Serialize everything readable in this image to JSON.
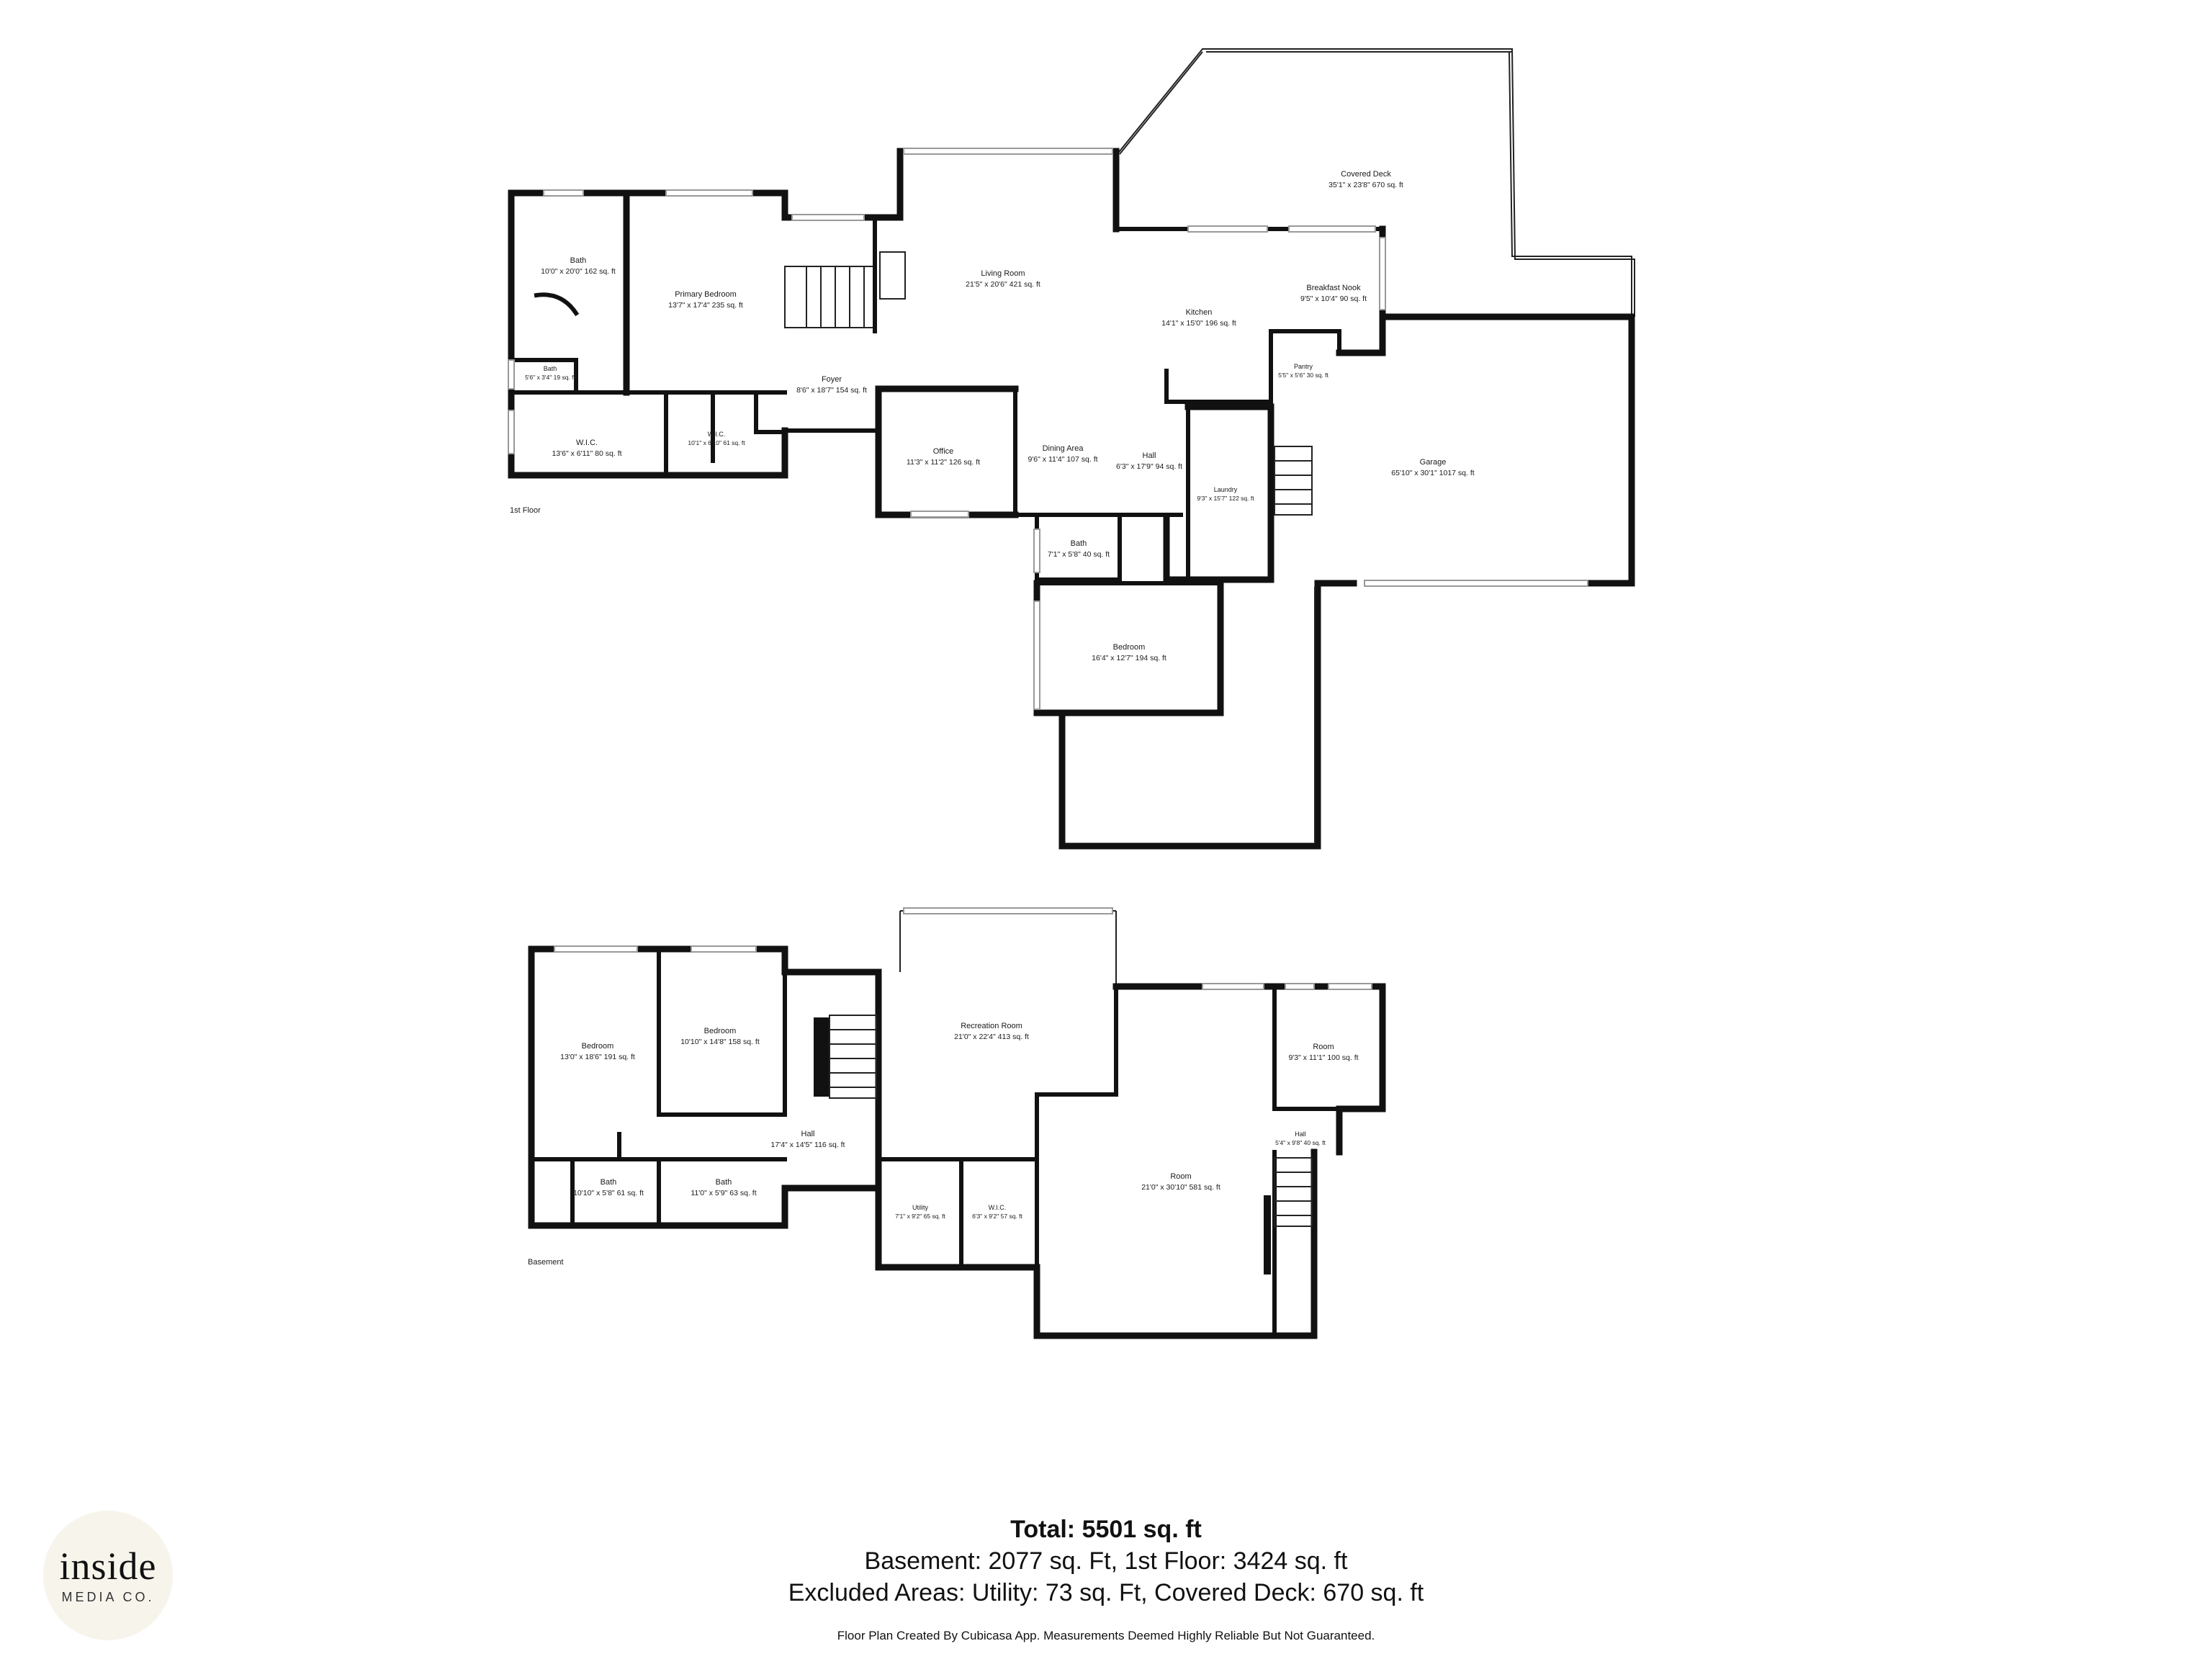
{
  "floors": [
    {
      "label": "1st Floor",
      "rooms": [
        {
          "id": "bath-primary",
          "name": "Bath",
          "dims": "10'0\" x 20'0\" 162 sq. ft"
        },
        {
          "id": "primary-bedroom",
          "name": "Primary Bedroom",
          "dims": "13'7\" x 17'4\" 235 sq. ft"
        },
        {
          "id": "bath-small",
          "name": "Bath",
          "dims": "5'6\" x 3'4\" 19 sq. ft"
        },
        {
          "id": "wic-1",
          "name": "W.I.C.",
          "dims": "13'6\" x 6'11\" 80 sq. ft"
        },
        {
          "id": "wic-2",
          "name": "W.I.C.",
          "dims": "10'1\" x 6'10\" 61 sq. ft"
        },
        {
          "id": "foyer",
          "name": "Foyer",
          "dims": "8'6\" x 18'7\" 154 sq. ft"
        },
        {
          "id": "living-room",
          "name": "Living Room",
          "dims": "21'5\" x 20'6\" 421 sq. ft"
        },
        {
          "id": "covered-deck",
          "name": "Covered Deck",
          "dims": "35'1\" x 23'8\" 670 sq. ft"
        },
        {
          "id": "kitchen",
          "name": "Kitchen",
          "dims": "14'1\" x 15'0\" 196 sq. ft"
        },
        {
          "id": "breakfast-nook",
          "name": "Breakfast Nook",
          "dims": "9'5\" x 10'4\" 90 sq. ft"
        },
        {
          "id": "pantry",
          "name": "Pantry",
          "dims": "5'5\" x 5'6\" 30 sq. ft"
        },
        {
          "id": "office",
          "name": "Office",
          "dims": "11'3\" x 11'2\" 126 sq. ft"
        },
        {
          "id": "dining-area",
          "name": "Dining Area",
          "dims": "9'6\" x 11'4\" 107 sq. ft"
        },
        {
          "id": "hall-1",
          "name": "Hall",
          "dims": "6'3\" x 17'9\" 94 sq. ft"
        },
        {
          "id": "laundry",
          "name": "Laundry",
          "dims": "9'3\" x 15'7\" 122 sq. ft"
        },
        {
          "id": "garage",
          "name": "Garage",
          "dims": "65'10\" x 30'1\" 1017 sq. ft"
        },
        {
          "id": "bath-hall",
          "name": "Bath",
          "dims": "7'1\" x 5'8\" 40 sq. ft"
        },
        {
          "id": "bedroom-1",
          "name": "Bedroom",
          "dims": "16'4\" x 12'7\" 194 sq. ft"
        }
      ]
    },
    {
      "label": "Basement",
      "rooms": [
        {
          "id": "bedroom-b1",
          "name": "Bedroom",
          "dims": "13'0\" x 18'6\" 191 sq. ft"
        },
        {
          "id": "bedroom-b2",
          "name": "Bedroom",
          "dims": "10'10\" x 14'8\" 158 sq. ft"
        },
        {
          "id": "recreation-room",
          "name": "Recreation Room",
          "dims": "21'0\" x 22'4\" 413 sq. ft"
        },
        {
          "id": "room-small",
          "name": "Room",
          "dims": "9'3\" x 11'1\" 100 sq. ft"
        },
        {
          "id": "hall-b",
          "name": "Hall",
          "dims": "17'4\" x 14'5\" 116 sq. ft"
        },
        {
          "id": "hall-b2",
          "name": "Hall",
          "dims": "5'4\" x 9'8\" 40 sq. ft"
        },
        {
          "id": "room-large",
          "name": "Room",
          "dims": "21'0\" x 30'10\" 581 sq. ft"
        },
        {
          "id": "bath-b1",
          "name": "Bath",
          "dims": "10'10\" x 5'8\" 61 sq. ft"
        },
        {
          "id": "bath-b2",
          "name": "Bath",
          "dims": "11'0\" x 5'9\" 63 sq. ft"
        },
        {
          "id": "utility",
          "name": "Utility",
          "dims": "7'1\" x 9'2\" 65 sq. ft"
        },
        {
          "id": "wic-b",
          "name": "W.I.C.",
          "dims": "6'3\" x 9'2\" 57 sq. ft"
        }
      ]
    }
  ],
  "summary": {
    "total": "Total: 5501 sq. ft",
    "levels": "Basement: 2077 sq. Ft, 1st Floor: 3424 sq. ft",
    "excluded": "Excluded Areas: Utility: 73 sq. Ft, Covered Deck: 670 sq. ft"
  },
  "disclaimer": "Floor Plan Created By Cubicasa App. Measurements Deemed Highly Reliable But Not Guaranteed.",
  "logo": {
    "word": "inside",
    "sub": "MEDIA CO."
  }
}
